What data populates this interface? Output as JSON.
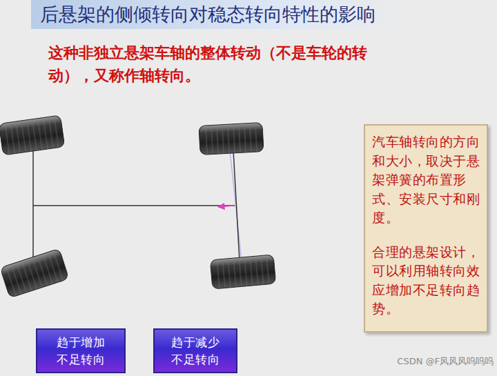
{
  "diagram": {
    "title": "后悬架的侧倾转向对稳态转向特性的影响",
    "nodes": [
      {
        "text": [
          "汽车轴转向的方向和大小，取决于悬架弹簧的布置形式、安装尺寸和刚度。",
          "合理的悬架设计，可以利用轴转向效应增加不足转向趋势。"
        ]
      },
      {
        "text": [
          "趋于增加不足转向"
        ]
      },
      {
        "text": [
          "趋于减少不足转向"
        ]
      }
    ],
    "labels": [
      "这种非独立悬架车轴的整体转动（不是车轮的转动），又称作轴转向。",
      "CSDN @F风风风呜呜呜"
    ]
  }
}
